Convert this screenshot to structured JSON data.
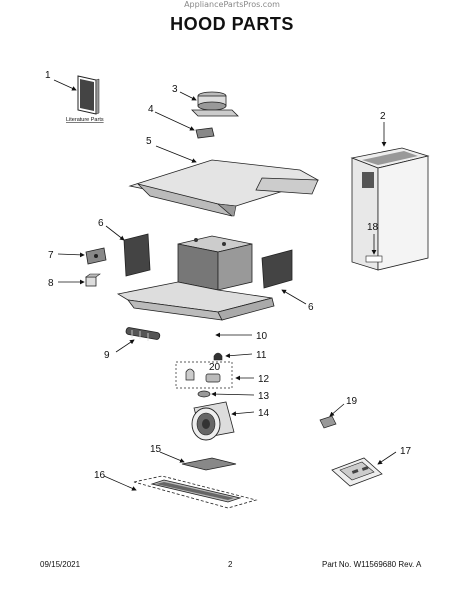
{
  "header": {
    "watermark": "AppliancePartsPros.com",
    "title": "HOOD PARTS"
  },
  "literature_label": "Literature Parts",
  "callouts": {
    "p1": "1",
    "p2": "2",
    "p3": "3",
    "p4": "4",
    "p5": "5",
    "p6a": "6",
    "p6b": "6",
    "p7": "7",
    "p8": "8",
    "p9": "9",
    "p10": "10",
    "p11": "11",
    "p12": "12",
    "p13": "13",
    "p14": "14",
    "p15": "15",
    "p16": "16",
    "p17": "17",
    "p18": "18",
    "p19": "19",
    "p20": "20"
  },
  "footer": {
    "date": "09/15/2021",
    "page": "2",
    "part_number": "Part No. W11569680  Rev. A"
  }
}
